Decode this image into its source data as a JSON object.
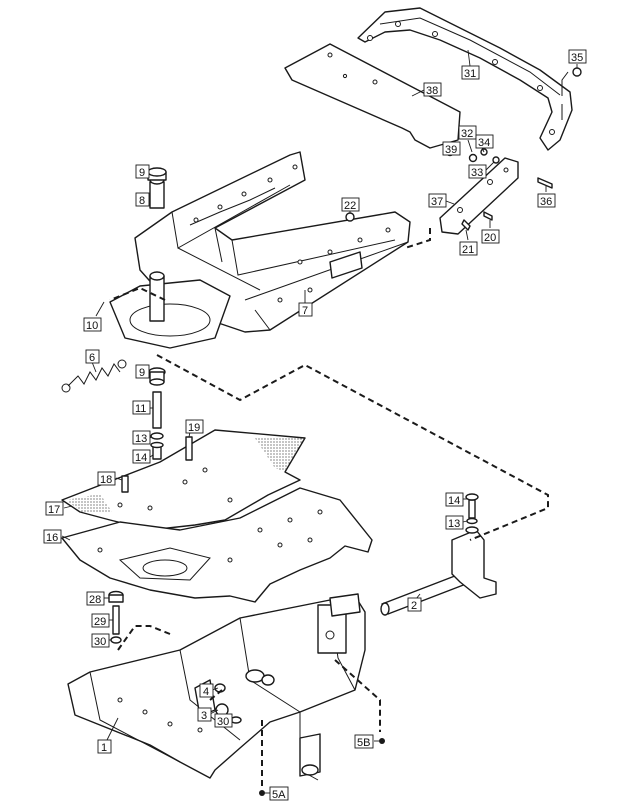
{
  "labels": {
    "p1": "1",
    "p2": "2",
    "p3": "3",
    "p4": "4",
    "p5a": "5A",
    "p5b": "5B",
    "p6": "6",
    "p7": "7",
    "p8": "8",
    "p9a": "9",
    "p9b": "9",
    "p10": "10",
    "p11": "11",
    "p13a": "13",
    "p13b": "13",
    "p14a": "14",
    "p14b": "14",
    "p16": "16",
    "p17": "17",
    "p18": "18",
    "p19": "19",
    "p20": "20",
    "p21": "21",
    "p22": "22",
    "p28": "28",
    "p29": "29",
    "p30a": "30",
    "p30b": "30",
    "p31": "31",
    "p32": "32",
    "p33": "33",
    "p34": "34",
    "p35": "35",
    "p36": "36",
    "p37": "37",
    "p38": "38",
    "p39": "39"
  }
}
